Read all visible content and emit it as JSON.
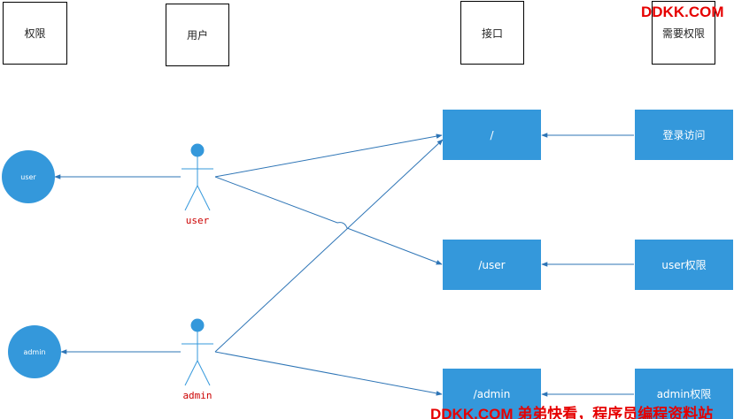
{
  "colors": {
    "node_fill": "#3498db",
    "edge": "#2e75b6",
    "actor": "#3498db",
    "actor_label": "#cc0000",
    "watermark": "#e60000"
  },
  "headers": {
    "permission": "权限",
    "user": "用户",
    "endpoint": "接口",
    "required_permission": "需要权限"
  },
  "roles": {
    "user": "user",
    "admin": "admin"
  },
  "actors": {
    "user": "user",
    "admin": "admin"
  },
  "endpoints": {
    "root": "/",
    "user": "/user",
    "admin": "/admin"
  },
  "requirements": {
    "root": "登录访问",
    "user": "user权限",
    "admin": "admin权限"
  },
  "watermark": {
    "top": "DDKK.COM",
    "bottom": "DDKK.COM 弟弟快看，程序员编程资料站"
  }
}
